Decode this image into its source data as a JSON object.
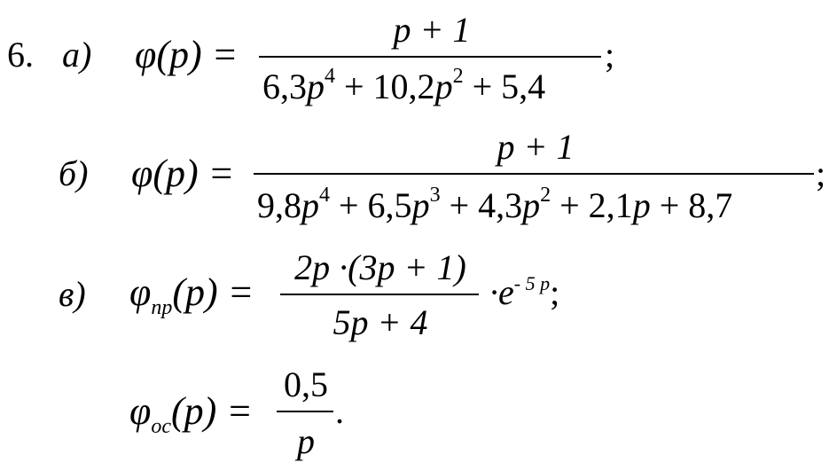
{
  "problem": {
    "number": "6.",
    "a": {
      "label": "а)",
      "lhs_phi": "φ",
      "lhs_arg": "(p) =",
      "num": "p + 1",
      "den": [
        "6,3",
        "p",
        "4",
        " + 10,2",
        "p",
        "2",
        " + 5,4"
      ],
      "tail": ";"
    },
    "b": {
      "label": "б)",
      "lhs_phi": "φ",
      "lhs_arg": "(p) =",
      "num": "p + 1",
      "den": [
        "9,8",
        "p",
        "4",
        " + 6,5",
        "p",
        "3",
        " + 4,3",
        "p",
        "2",
        " + 2,1",
        "p",
        " + 8,7"
      ],
      "tail": ";"
    },
    "v": {
      "label": "в)",
      "lhs_phi": "φ",
      "lhs_sub": "пр",
      "lhs_arg": "(p) =",
      "num": "2p ·(3p + 1)",
      "den": "5p + 4",
      "tail_mult": "·e",
      "tail_exp": "- 5 p",
      "tail": ";"
    },
    "os": {
      "lhs_phi": "φ",
      "lhs_sub": "ос",
      "lhs_arg": "(p) =",
      "num": "0,5",
      "den": "p",
      "tail": "."
    }
  }
}
